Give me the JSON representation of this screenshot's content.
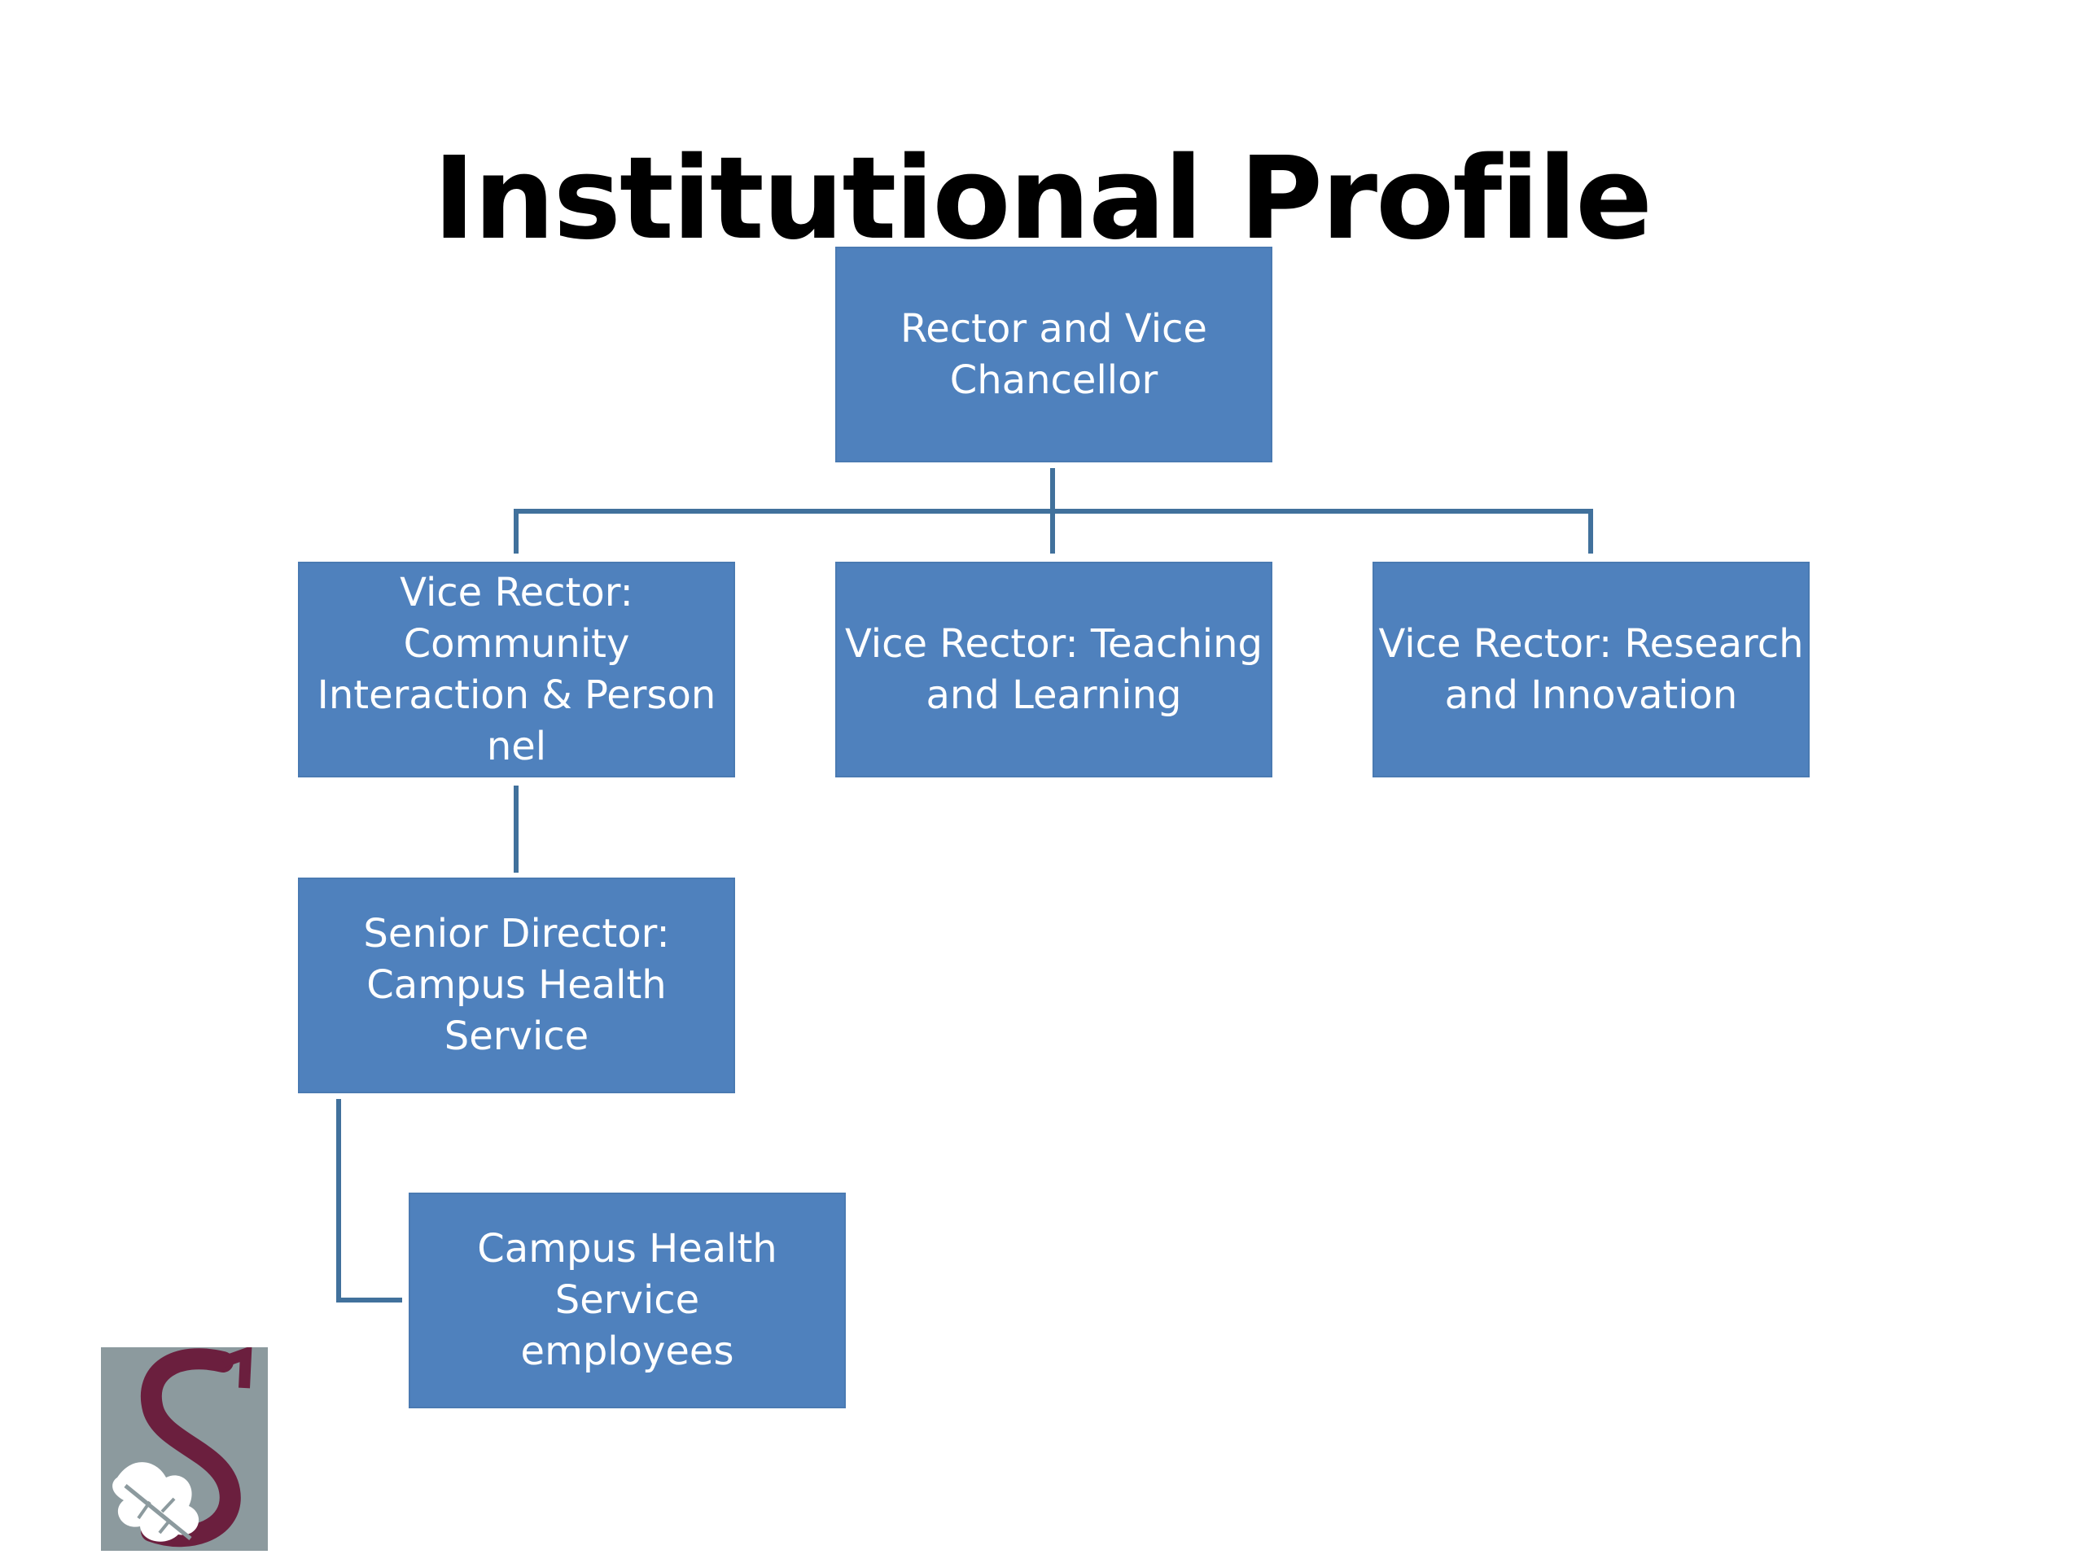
{
  "title": "Institutional Profile",
  "org_chart": {
    "root": {
      "label": "Rector and Vice\nChancellor"
    },
    "vice_rectors": [
      {
        "label": "Vice Rector:\nCommunity\nInteraction & Person\nnel"
      },
      {
        "label": "Vice Rector: Teaching\nand Learning"
      },
      {
        "label": "Vice Rector: Research\nand Innovation"
      }
    ],
    "senior_director": {
      "label": "Senior Director:\nCampus Health Service"
    },
    "employees": {
      "label": "Campus Health Service\nemployees"
    }
  },
  "colors": {
    "node_fill": "#4f81bd",
    "connector": "#41719c",
    "logo_grey": "#8c9a9e",
    "logo_maroon": "#6b1f3e"
  },
  "logo": {
    "icon": "university-s-oak-leaf-logo"
  }
}
